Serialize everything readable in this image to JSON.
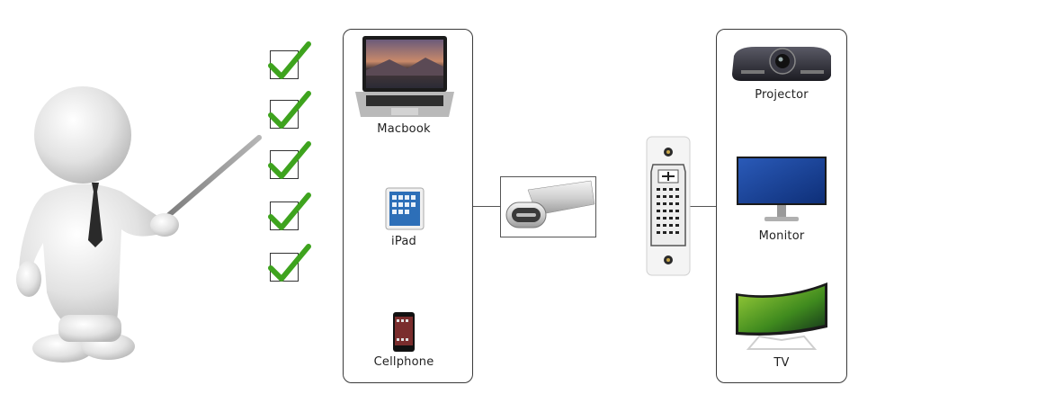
{
  "left_panel": {
    "devices": [
      {
        "label": "Macbook",
        "icon": "laptop-icon"
      },
      {
        "label": "iPad",
        "icon": "tablet-icon"
      },
      {
        "label": "Cellphone",
        "icon": "phone-icon"
      }
    ]
  },
  "right_panel": {
    "devices": [
      {
        "label": "Projector",
        "icon": "projector-icon"
      },
      {
        "label": "Monitor",
        "icon": "monitor-icon"
      },
      {
        "label": "TV",
        "icon": "tv-icon"
      }
    ]
  },
  "connectors": {
    "input": "usb-c-connector-icon",
    "output": "dvi-port-icon"
  },
  "checklist": {
    "count": 5,
    "check_color": "#3ea31e"
  }
}
